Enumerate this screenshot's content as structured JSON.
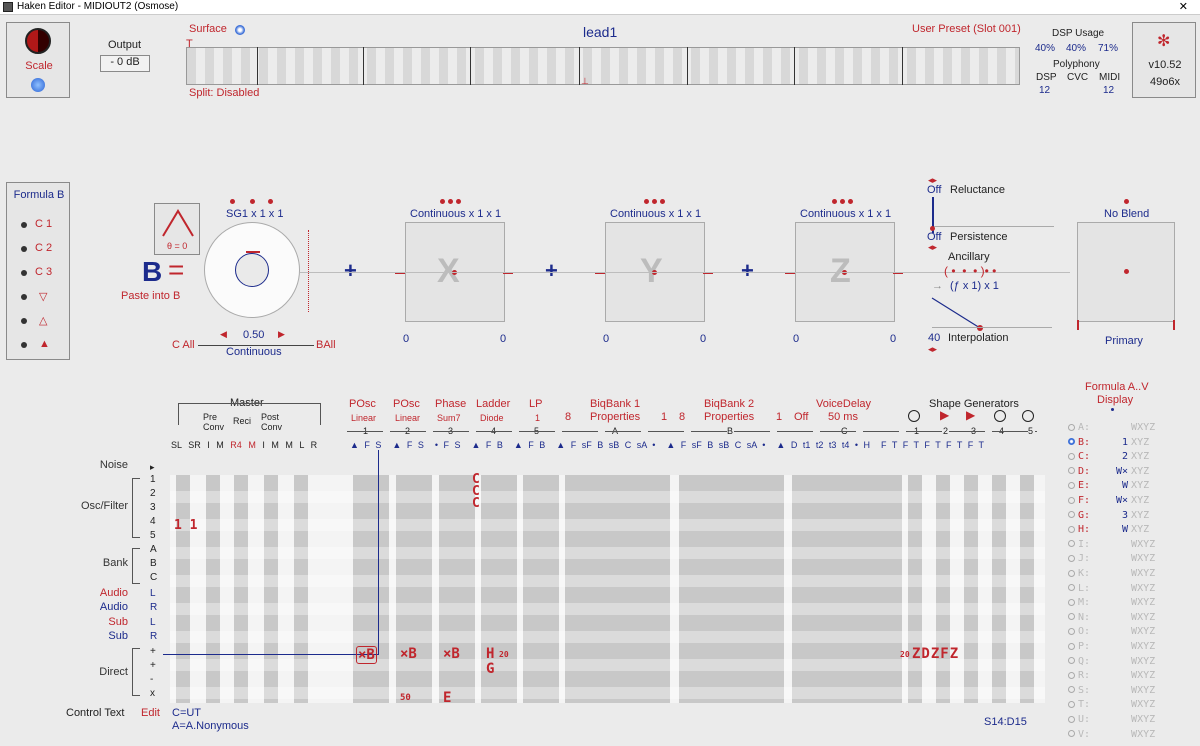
{
  "window": {
    "title": "Haken Editor - MIDIOUT2 (Osmose)",
    "close": "✕"
  },
  "top": {
    "scale_label": "Scale",
    "output_label": "Output",
    "output_value": "- 0 dB",
    "surface_label": "Surface",
    "preset_name": "lead1",
    "user_preset": "User Preset (Slot 001)",
    "split": "Split: Disabled",
    "dsp_usage_label": "DSP Usage",
    "dsp_usage": [
      "40%",
      "40%",
      "71%"
    ],
    "polyphony_label": "Polyphony",
    "poly_headers": [
      "DSP",
      "CVC",
      "MIDI"
    ],
    "poly_values": [
      "12",
      "",
      "12"
    ],
    "version": "v10.52",
    "build": "49o6x"
  },
  "formula_b_panel": {
    "title": "Formula B",
    "items": [
      "C 1",
      "C 2",
      "C 3",
      "▽",
      "△",
      "▲"
    ]
  },
  "formula": {
    "letter": "B",
    "equals": "=",
    "paste": "Paste into B",
    "theta": "θ = 0",
    "sg_label": "SG1 x 1 x 1",
    "sg_value": "0.50",
    "sg_mode": "Continuous",
    "c_all": "C All",
    "b_all": "BAll",
    "plus": "+",
    "terms": [
      {
        "label": "Continuous x 1 x 1",
        "letter": "X",
        "left": "0",
        "right": "0"
      },
      {
        "label": "Continuous x 1 x 1",
        "letter": "Y",
        "left": "0",
        "right": "0"
      },
      {
        "label": "Continuous x 1 x 1",
        "letter": "Z",
        "left": "0",
        "right": "0"
      }
    ],
    "reluctance_off": "Off",
    "reluctance": "Reluctance",
    "persistence_off": "Off",
    "persistence": "Persistence",
    "ancillary": "Ancillary",
    "anc_formula": "(ƒ x 1) x 1",
    "interp_value": "40",
    "interpolation": "Interpolation",
    "blend": "No Blend",
    "primary": "Primary"
  },
  "matrix": {
    "master": "Master",
    "pre_conv": "Pre Conv",
    "reci": "Reci",
    "post_conv": "Post Conv",
    "master_cols": [
      "SL",
      "SR",
      "I",
      "M",
      "R4",
      "M",
      "I",
      "M",
      "M",
      "L",
      "R"
    ],
    "groups": [
      {
        "title": "POsc",
        "sub": "Linear",
        "num": "1"
      },
      {
        "title": "POsc",
        "sub": "Linear",
        "num": "2"
      },
      {
        "title": "Phase",
        "sub": "Sum7",
        "num": "3"
      },
      {
        "title": "Ladder",
        "sub": "Diode",
        "num": "4"
      },
      {
        "title": "LP",
        "sub": "1",
        "num": "5"
      },
      {
        "title": "BiqBank 1",
        "sub": "Properties",
        "num": "A",
        "pre": "8",
        "post": "1"
      },
      {
        "title": "BiqBank 2",
        "sub": "Properties",
        "num": "B",
        "pre": "8",
        "post": "1"
      },
      {
        "title": "VoiceDelay",
        "sub": "50 ms",
        "num": "C",
        "pre": "Off"
      }
    ],
    "shape_generators": "Shape Generators",
    "sg_nums": [
      "1",
      "2",
      "3",
      "4",
      "5"
    ],
    "rows": [
      {
        "label": "Noise",
        "subs": [
          "▸"
        ]
      },
      {
        "label": "Osc/Filter",
        "subs": [
          "1",
          "2",
          "3",
          "4",
          "5"
        ]
      },
      {
        "label": "Bank",
        "subs": [
          "A",
          "B",
          "C"
        ]
      },
      {
        "label": "Audio",
        "subs": [
          "L"
        ],
        "red": true
      },
      {
        "label": "Audio",
        "subs": [
          "R"
        ]
      },
      {
        "label": "Sub",
        "subs": [
          "L"
        ],
        "red": true
      },
      {
        "label": "Sub",
        "subs": [
          "R"
        ]
      },
      {
        "label": "Direct",
        "subs": [
          "+",
          "+",
          "-",
          "x"
        ]
      }
    ],
    "glyphs": {
      "osc3": "1 1",
      "ladder_c": "C\nC\nC",
      "xb1": "×B",
      "xb2": "×B",
      "xb3": "×B",
      "h20": "H",
      "h20_sup": "20",
      "g": "G",
      "e": "E",
      "s0": "50",
      "zdz": "ZDZFZ",
      "zdz_pre": "20"
    },
    "control_text_label": "Control Text",
    "edit": "Edit",
    "control_lines": [
      "C=UT",
      "A=A.Nonymous"
    ],
    "status": "S14:D15"
  },
  "formula_display": {
    "title": "Formula A..V",
    "subtitle": "Display",
    "rows": [
      {
        "letter": "A:",
        "val": "",
        "active": false
      },
      {
        "letter": "B:",
        "val": "1",
        "active": true
      },
      {
        "letter": "C:",
        "val": "2",
        "active": true
      },
      {
        "letter": "D:",
        "val": "W×",
        "active": true
      },
      {
        "letter": "E:",
        "val": "W",
        "active": true
      },
      {
        "letter": "F:",
        "val": "W×",
        "active": true
      },
      {
        "letter": "G:",
        "val": "3",
        "active": true
      },
      {
        "letter": "H:",
        "val": "W",
        "active": true
      },
      {
        "letter": "I:",
        "val": "",
        "active": false
      },
      {
        "letter": "J:",
        "val": "",
        "active": false
      },
      {
        "letter": "K:",
        "val": "",
        "active": false
      },
      {
        "letter": "L:",
        "val": "",
        "active": false
      },
      {
        "letter": "M:",
        "val": "",
        "active": false
      },
      {
        "letter": "N:",
        "val": "",
        "active": false
      },
      {
        "letter": "O:",
        "val": "",
        "active": false
      },
      {
        "letter": "P:",
        "val": "",
        "active": false
      },
      {
        "letter": "Q:",
        "val": "",
        "active": false
      },
      {
        "letter": "R:",
        "val": "",
        "active": false
      },
      {
        "letter": "S:",
        "val": "",
        "active": false
      },
      {
        "letter": "T:",
        "val": "",
        "active": false
      },
      {
        "letter": "U:",
        "val": "",
        "active": false
      },
      {
        "letter": "V:",
        "val": "",
        "active": false
      }
    ],
    "xyz": "WXYZ",
    "xyz_short": "XYZ"
  },
  "colors": {
    "accent_red": "#c0262d",
    "text_blue": "#1c2b8c",
    "bg": "#ebebeb"
  }
}
